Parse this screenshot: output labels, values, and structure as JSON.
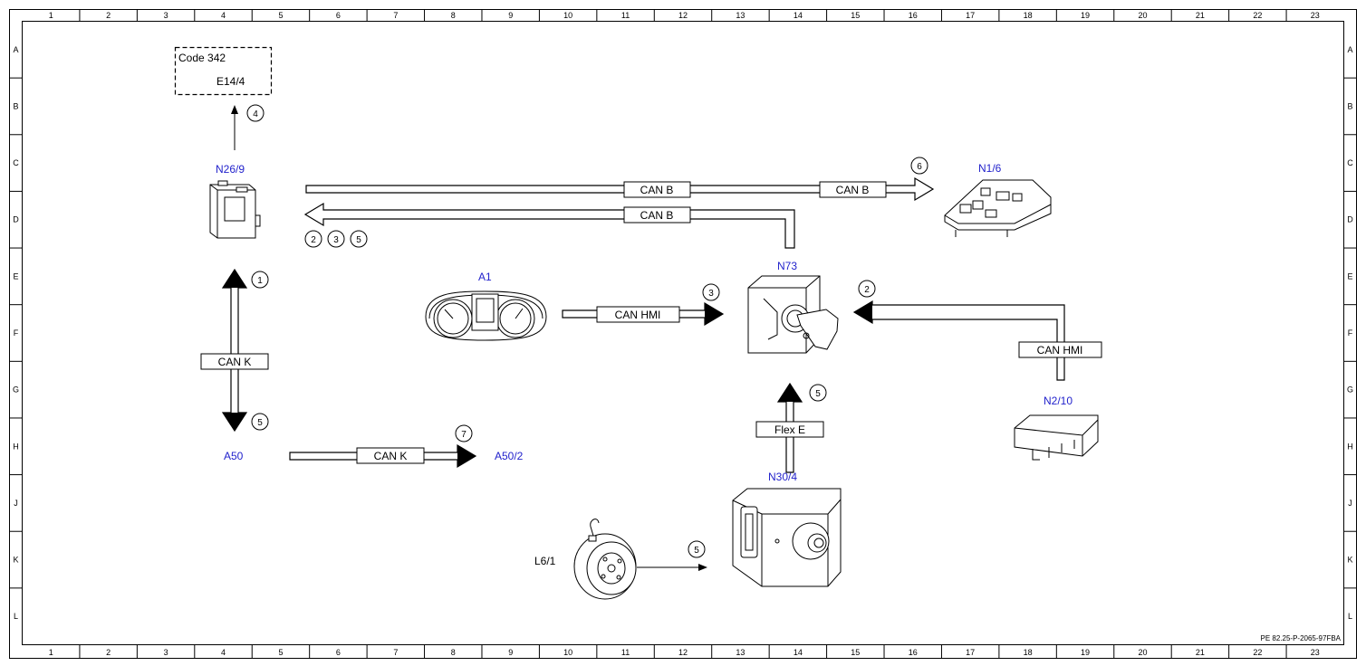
{
  "border": {
    "columns": [
      "1",
      "2",
      "3",
      "4",
      "5",
      "6",
      "7",
      "8",
      "9",
      "10",
      "11",
      "12",
      "13",
      "14",
      "15",
      "16",
      "17",
      "18",
      "19",
      "20",
      "21",
      "22",
      "23"
    ],
    "rows": [
      "A",
      "B",
      "C",
      "D",
      "E",
      "F",
      "G",
      "H",
      "J",
      "K",
      "L"
    ]
  },
  "reference_code": "PE 82.25-P-2065-97FBA",
  "code_box": {
    "code": "Code 342",
    "component": "E14/4"
  },
  "components": {
    "n26_9": "N26/9",
    "n1_6": "N1/6",
    "a1": "A1",
    "n73": "N73",
    "a50": "A50",
    "a50_2": "A50/2",
    "n2_10": "N2/10",
    "n30_4": "N30/4",
    "l6_1": "L6/1"
  },
  "bus_labels": {
    "can_b_1": "CAN B",
    "can_b_2": "CAN B",
    "can_b_3": "CAN B",
    "can_hmi_a1": "CAN HMI",
    "can_hmi_n2": "CAN HMI",
    "can_k_vert": "CAN K",
    "can_k_horiz": "CAN K",
    "flex_e": "Flex E"
  },
  "circled_numbers": {
    "c_e14": "4",
    "c_n1": "6",
    "c_back_a": "2",
    "c_back_b": "3",
    "c_back_c": "5",
    "c_up": "1",
    "c_down": "5",
    "c_a50_2": "7",
    "c_a1": "3",
    "c_n2": "2",
    "c_flex": "5",
    "c_l6": "5"
  }
}
